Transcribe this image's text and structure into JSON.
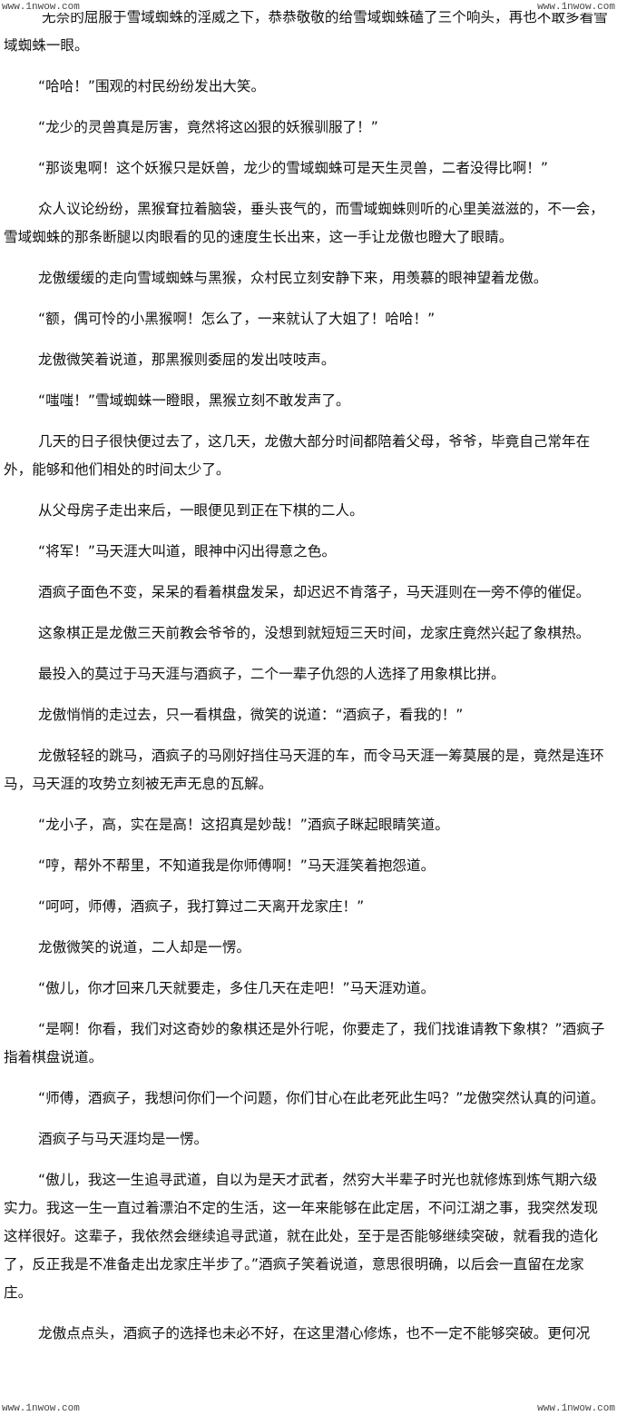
{
  "watermarks": {
    "top_left": "www.1nwow.com",
    "top_right": "www.1nwow.com",
    "bottom_left": "www.1nwow.com",
    "bottom_right": "www.1nwow.com"
  },
  "paragraphs": [
    "无奈的屈服于雪域蜘蛛的淫威之下，恭恭敬敬的给雪域蜘蛛磕了三个响头，再也不敢多看雪域蜘蛛一眼。",
    "“哈哈！”围观的村民纷纷发出大笑。",
    "“龙少的灵兽真是厉害，竟然将这凶狠的妖猴驯服了！”",
    "“那谈鬼啊！这个妖猴只是妖兽，龙少的雪域蜘蛛可是天生灵兽，二者没得比啊！”",
    "众人议论纷纷，黑猴耷拉着脑袋，垂头丧气的，而雪域蜘蛛则听的心里美滋滋的，不一会，雪域蜘蛛的那条断腿以肉眼看的见的速度生长出来，这一手让龙傲也瞪大了眼睛。",
    "龙傲缓缓的走向雪域蜘蛛与黑猴，众村民立刻安静下来，用羡慕的眼神望着龙傲。",
    "“额，偶可怜的小黑猴啊！怎么了，一来就认了大姐了！哈哈！”",
    "龙傲微笑着说道，那黑猴则委屈的发出吱吱声。",
    "“嗤嗤！”雪域蜘蛛一瞪眼，黑猴立刻不敢发声了。",
    "几天的日子很快便过去了，这几天，龙傲大部分时间都陪着父母，爷爷，毕竟自己常年在外，能够和他们相处的时间太少了。",
    "从父母房子走出来后，一眼便见到正在下棋的二人。",
    "“将军！”马天涯大叫道，眼神中闪出得意之色。",
    "酒疯子面色不变，呆呆的看着棋盘发呆，却迟迟不肯落子，马天涯则在一旁不停的催促。",
    "这象棋正是龙傲三天前教会爷爷的，没想到就短短三天时间，龙家庄竟然兴起了象棋热。",
    "最投入的莫过于马天涯与酒疯子，二个一辈子仇怨的人选择了用象棋比拼。",
    "龙傲悄悄的走过去，只一看棋盘，微笑的说道：“酒疯子，看我的！”",
    "龙傲轻轻的跳马，酒疯子的马刚好挡住马天涯的车，而令马天涯一筹莫展的是，竟然是连环马，马天涯的攻势立刻被无声无息的瓦解。",
    "“龙小子，高，实在是高！这招真是妙哉！”酒疯子眯起眼睛笑道。",
    "“哼，帮外不帮里，不知道我是你师傅啊！”马天涯笑着抱怨道。",
    "“呵呵，师傅，酒疯子，我打算过二天离开龙家庄！”",
    "龙傲微笑的说道，二人却是一愣。",
    "“傲儿，你才回来几天就要走，多住几天在走吧！”马天涯劝道。",
    "“是啊！你看，我们对这奇妙的象棋还是外行呢，你要走了，我们找谁请教下象棋？”酒疯子指着棋盘说道。",
    "“师傅，酒疯子，我想问你们一个问题，你们甘心在此老死此生吗？”龙傲突然认真的问道。",
    "酒疯子与马天涯均是一愣。",
    "“傲儿，我这一生追寻武道，自以为是天才武者，然穷大半辈子时光也就修炼到炼气期六级实力。我这一生一直过着漂泊不定的生活，这一年来能够在此定居，不问江湖之事，我突然发现这样很好。这辈子，我依然会继续追寻武道，就在此处，至于是否能够继续突破，就看我的造化了，反正我是不准备走出龙家庄半步了。”酒疯子笑着说道，意思很明确，以后会一直留在龙家庄。",
    "龙傲点点头，酒疯子的选择也未必不好，在这里潜心修炼，也不一定不能够突破。更何况"
  ]
}
